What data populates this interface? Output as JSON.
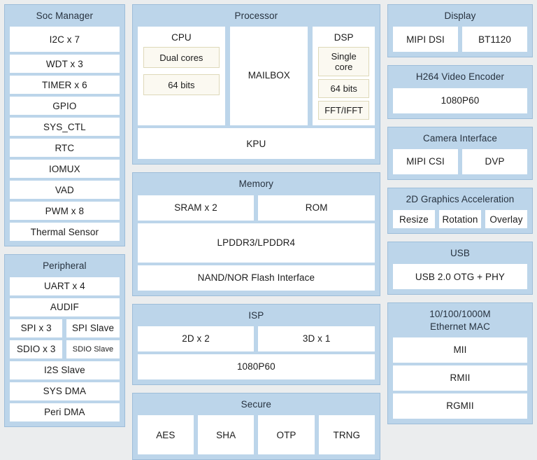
{
  "diagram": {
    "colors": {
      "page_background": "#ebedee",
      "group_fill": "#bcd5ea",
      "group_border": "#9dbdd9",
      "leaf_fill": "#ffffff",
      "sub_fill": "#fbf9f1",
      "sub_border": "#ded9b9",
      "title_text": "#27323f",
      "body_text": "#1c1c1c"
    },
    "left_column": [
      {
        "title": "Soc Manager",
        "items": [
          "I2C x 7",
          "WDT x 3",
          "TIMER x 6",
          "GPIO",
          "SYS_CTL",
          "RTC",
          "IOMUX",
          "VAD",
          "PWM x 8",
          "Thermal Sensor"
        ]
      },
      {
        "title": "Peripheral",
        "items": [
          "UART x 4",
          "AUDIF",
          "I2S Slave",
          "SYS DMA",
          "Peri DMA"
        ],
        "pair_rows": [
          {
            "left": "SPI x 3",
            "right": "SPI Slave"
          },
          {
            "left": "SDIO x 3",
            "right": "SDIO Slave"
          }
        ]
      }
    ],
    "middle_column": {
      "processor": {
        "title": "Processor",
        "cpu": {
          "label": "CPU",
          "subs": [
            "Dual cores",
            "64 bits"
          ]
        },
        "mailbox": "MAILBOX",
        "dsp": {
          "label": "DSP",
          "subs": [
            "Single core",
            "64 bits",
            "FFT/IFFT"
          ]
        },
        "kpu": "KPU"
      },
      "memory": {
        "title": "Memory",
        "row": [
          "SRAM x 2",
          "ROM"
        ],
        "items": [
          "LPDDR3/LPDDR4",
          "NAND/NOR Flash Interface"
        ]
      },
      "isp": {
        "title": "ISP",
        "row": [
          "2D x 2",
          "3D x 1"
        ],
        "items": [
          "1080P60"
        ]
      },
      "secure": {
        "title": "Secure",
        "row": [
          "AES",
          "SHA",
          "OTP",
          "TRNG"
        ]
      }
    },
    "right_column": [
      {
        "title": "Display",
        "row": [
          "MIPI DSI",
          "BT1120"
        ]
      },
      {
        "title": "H264 Video Encoder",
        "items": [
          "1080P60"
        ]
      },
      {
        "title": "Camera  Interface",
        "row": [
          "MIPI CSI",
          "DVP"
        ]
      },
      {
        "title": "2D Graphics Acceleration",
        "row": [
          "Resize",
          "Rotation",
          "Overlay"
        ]
      },
      {
        "title": "USB",
        "items": [
          "USB 2.0 OTG + PHY"
        ]
      },
      {
        "title": "10/100/1000M\nEthernet MAC",
        "items": [
          "MII",
          "RMII",
          "RGMII"
        ]
      }
    ]
  }
}
